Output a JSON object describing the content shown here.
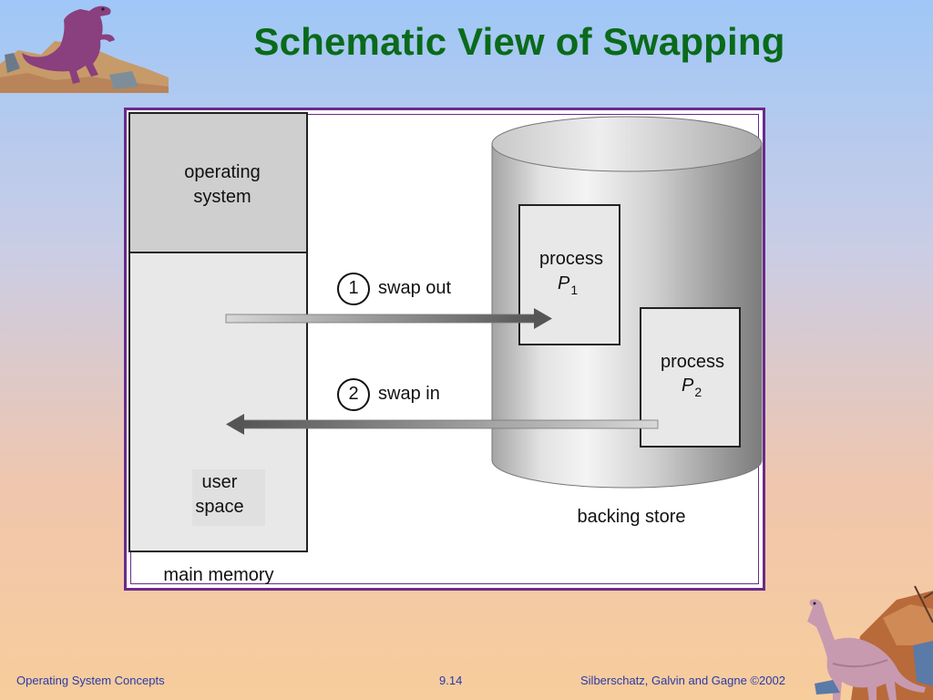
{
  "slide": {
    "title": "Schematic View of Swapping"
  },
  "diagram": {
    "os_label": "operating\nsystem",
    "user_space_label": "user\nspace",
    "main_memory_label": "main memory",
    "backing_store_label": "backing store",
    "process1": {
      "word": "process",
      "letter": "P",
      "sub": "1"
    },
    "process2": {
      "word": "process",
      "letter": "P",
      "sub": "2"
    },
    "step1": {
      "number": "1",
      "label": "swap out"
    },
    "step2": {
      "number": "2",
      "label": "swap in"
    }
  },
  "footer": {
    "left": "Operating System Concepts",
    "center": "9.14",
    "right": "Silberschatz, Galvin and  Gagne ©2002"
  },
  "colors": {
    "title": "#0a6a1a",
    "frame_border": "#6a2a8a",
    "footer_text": "#2a3aa8"
  },
  "icons": [
    "trex-dinosaur-icon",
    "brontosaurus-dinosaur-icon"
  ]
}
